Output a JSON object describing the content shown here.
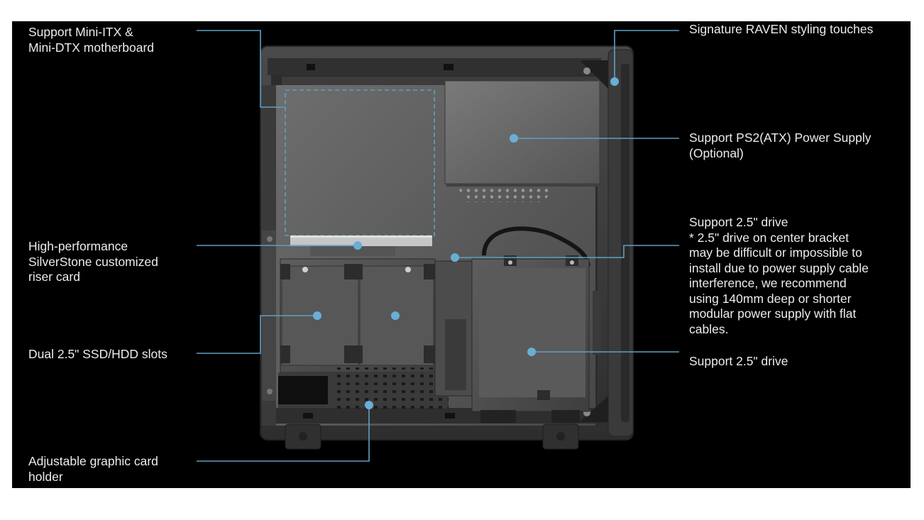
{
  "callouts": {
    "motherboard": [
      "Support Mini-ITX &",
      "Mini-DTX motherboard"
    ],
    "riser": [
      "High-performance",
      "SilverStone customized",
      "riser card"
    ],
    "dual_slots": [
      "Dual 2.5\" SSD/HDD slots"
    ],
    "gpu_holder": [
      "Adjustable graphic card",
      "holder"
    ],
    "raven": [
      "Signature RAVEN styling touches"
    ],
    "psu": [
      "Support PS2(ATX) Power Supply",
      "(Optional)"
    ],
    "center_drive": [
      "Support 2.5\" drive",
      "* 2.5\" drive on center bracket",
      "may be difficult or impossible to",
      "install due to power supply cable",
      "interference, we recommend",
      "using 140mm deep or shorter",
      "modular power supply with flat",
      "cables."
    ],
    "side_drive": [
      "Support 2.5\" drive"
    ]
  },
  "colors": {
    "background": "#000000",
    "text": "#ececec",
    "leader_line": "#5f9fc2",
    "marker": "#6aaed6"
  }
}
